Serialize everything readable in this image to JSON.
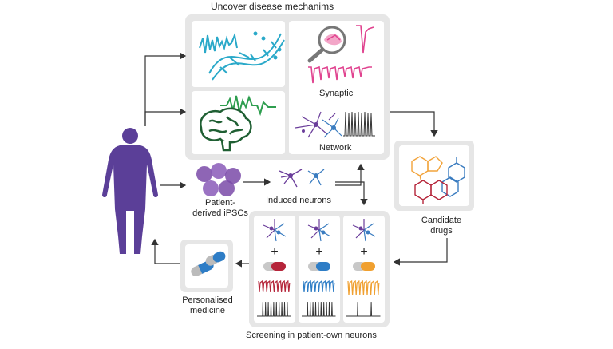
{
  "title": "Uncover disease mechanims",
  "labels": {
    "synaptic": "Synaptic",
    "network": "Network",
    "ipsc_line1": "Patient-",
    "ipsc_line2": "derived iPSCs",
    "induced": "Induced neurons",
    "candidate_line1": "Candidate",
    "candidate_line2": "drugs",
    "personalised_line1": "Personalised",
    "personalised_line2": "medicine",
    "screening": "Screening in patient-own neurons"
  },
  "plus_sign": "+",
  "colors": {
    "panel": "#e6e6e6",
    "human": "#5b3f98",
    "dna": "#2aa9c9",
    "eeg": "#2e9e4f",
    "brain": "#1f5f33",
    "synaptic": "#e0438f",
    "neuron_purple": "#6a3d9a",
    "neuron_blue": "#3a7cc0",
    "ipsc": "#7a4aa8",
    "drug_orange": "#f2a33a",
    "drug_blue": "#2e7dc6",
    "drug_red": "#b5253a",
    "drug_gold": "#f0a030",
    "arrow": "#333333"
  },
  "icons": [
    "human-silhouette-icon",
    "dna-icon",
    "eeg-trace-icon",
    "brain-icon",
    "magnifier-icon",
    "neuron-network-icon",
    "ipsc-cells-icon",
    "molecule-icon",
    "capsule-icon",
    "spike-trace-icon"
  ]
}
